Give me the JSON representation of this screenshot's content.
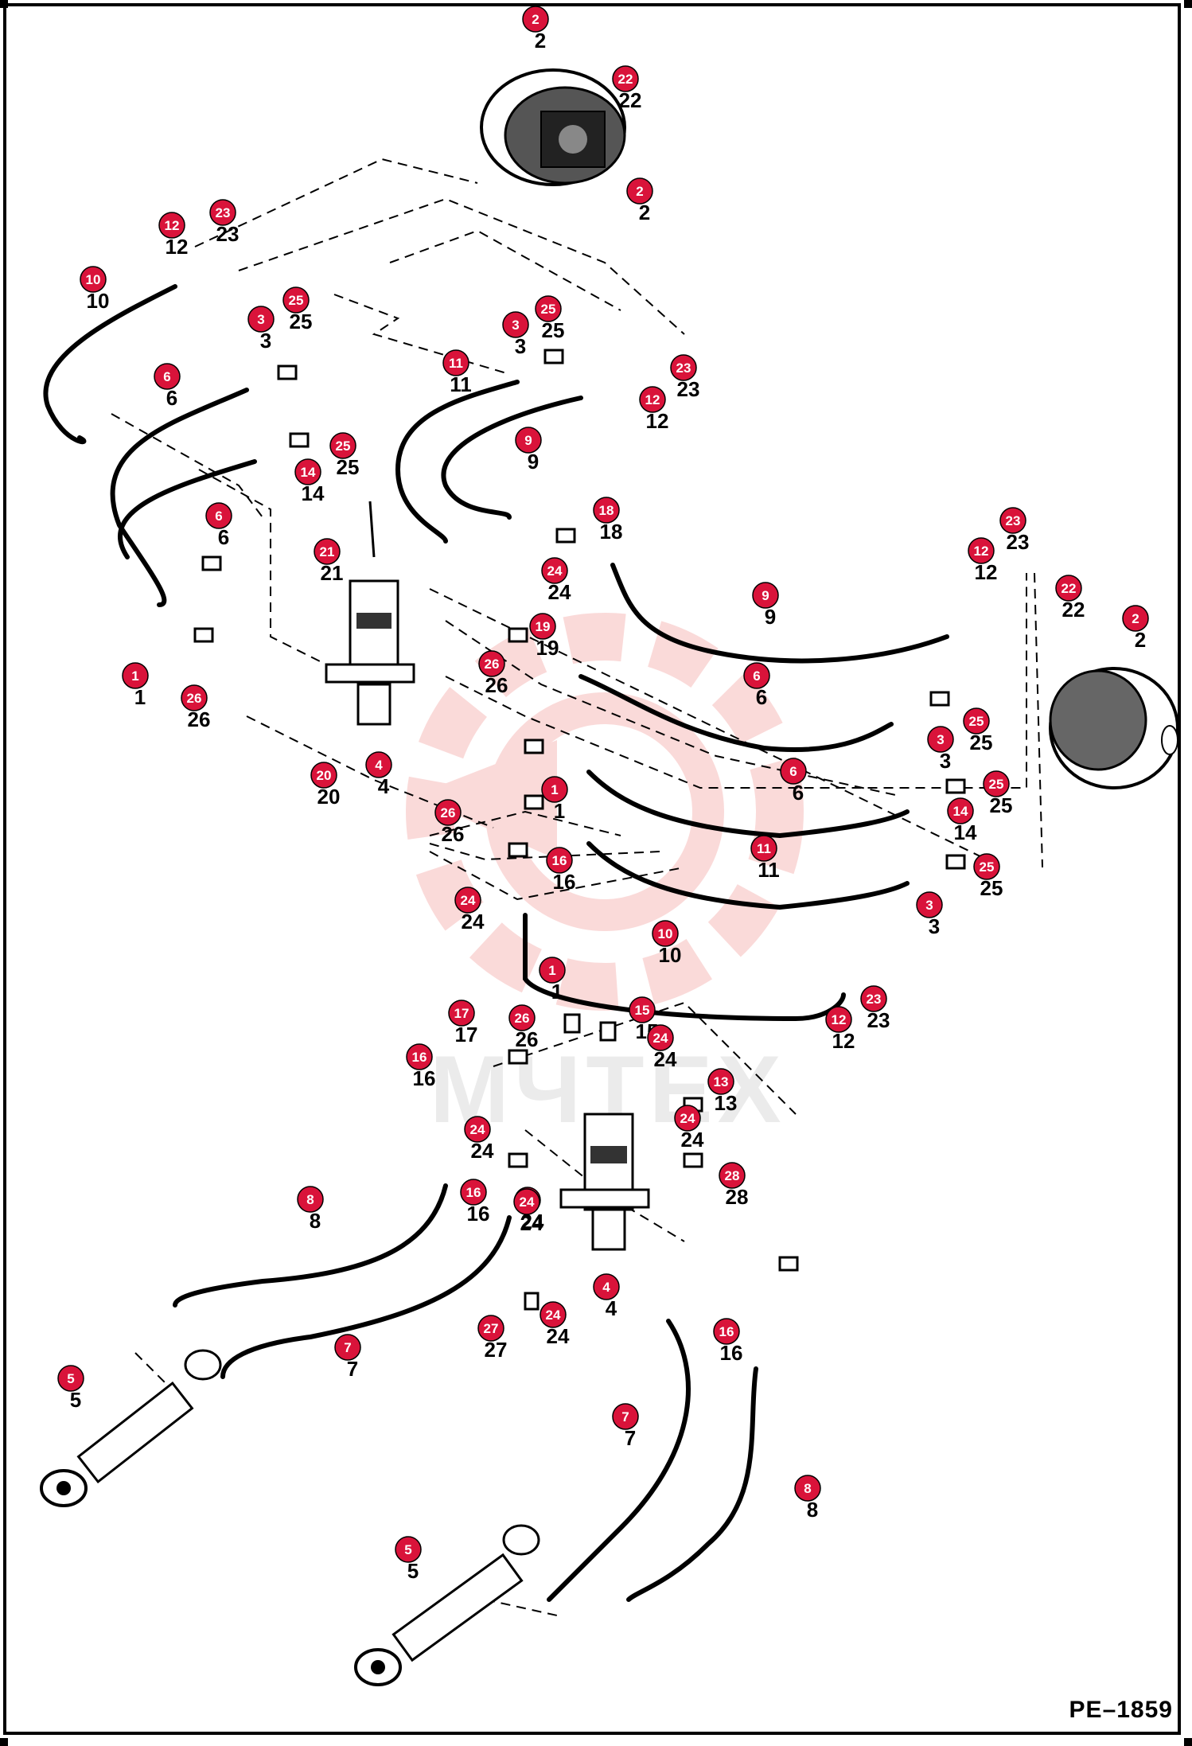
{
  "diagram": {
    "code": "PE–1859",
    "watermark": "МЧТЕХ",
    "callout_color": "#d9133a",
    "callouts": [
      {
        "label": "2"
      },
      {
        "label": "22"
      },
      {
        "label": "2"
      },
      {
        "label": "12"
      },
      {
        "label": "23"
      },
      {
        "label": "10"
      },
      {
        "label": "3"
      },
      {
        "label": "25"
      },
      {
        "label": "3"
      },
      {
        "label": "25"
      },
      {
        "label": "6"
      },
      {
        "label": "11"
      },
      {
        "label": "23"
      },
      {
        "label": "12"
      },
      {
        "label": "9"
      },
      {
        "label": "14"
      },
      {
        "label": "25"
      },
      {
        "label": "6"
      },
      {
        "label": "21"
      },
      {
        "label": "18"
      },
      {
        "label": "24"
      },
      {
        "label": "23"
      },
      {
        "label": "12"
      },
      {
        "label": "22"
      },
      {
        "label": "2"
      },
      {
        "label": "9"
      },
      {
        "label": "19"
      },
      {
        "label": "26"
      },
      {
        "label": "6"
      },
      {
        "label": "25"
      },
      {
        "label": "1"
      },
      {
        "label": "26"
      },
      {
        "label": "3"
      },
      {
        "label": "20"
      },
      {
        "label": "4"
      },
      {
        "label": "1"
      },
      {
        "label": "6"
      },
      {
        "label": "25"
      },
      {
        "label": "26"
      },
      {
        "label": "14"
      },
      {
        "label": "11"
      },
      {
        "label": "25"
      },
      {
        "label": "16"
      },
      {
        "label": "3"
      },
      {
        "label": "24"
      },
      {
        "label": "10"
      },
      {
        "label": "1"
      },
      {
        "label": "23"
      },
      {
        "label": "12"
      },
      {
        "label": "17"
      },
      {
        "label": "26"
      },
      {
        "label": "15"
      },
      {
        "label": "24"
      },
      {
        "label": "16"
      },
      {
        "label": "13"
      },
      {
        "label": "24"
      },
      {
        "label": "24"
      },
      {
        "label": "8"
      },
      {
        "label": "16"
      },
      {
        "label": "24"
      },
      {
        "label": "28"
      },
      {
        "label": "24"
      },
      {
        "label": "4"
      },
      {
        "label": "27"
      },
      {
        "label": "24"
      },
      {
        "label": "16"
      },
      {
        "label": "7"
      },
      {
        "label": "5"
      },
      {
        "label": "7"
      },
      {
        "label": "8"
      },
      {
        "label": "5"
      }
    ]
  }
}
